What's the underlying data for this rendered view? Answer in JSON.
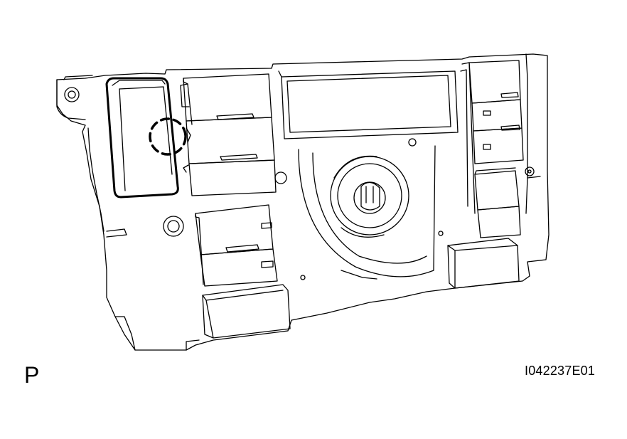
{
  "labels": {
    "view_letter": "P",
    "figure_id": "I042237E01"
  },
  "colors": {
    "line": "#000000",
    "background": "#ffffff"
  },
  "callouts": [
    {
      "name": "dashed-circle-highlight",
      "style": "dashed"
    },
    {
      "name": "highlighted-button-outline",
      "style": "bold"
    }
  ]
}
